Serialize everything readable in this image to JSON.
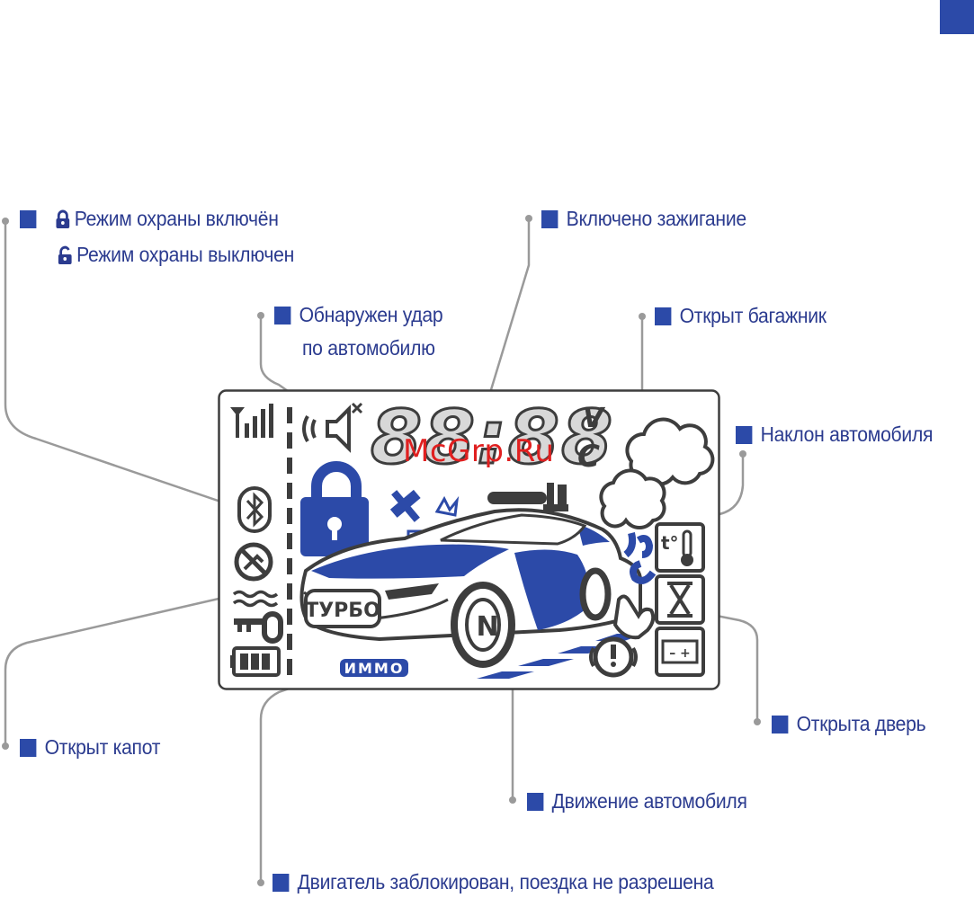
{
  "colors": {
    "accent": "#2b3b8f",
    "marker": "#2c4aa8",
    "car_highlight": "#2c4aa8",
    "lcd_symbol": "#3d3d3d",
    "leader_line": "#9a9a9a",
    "watermark": "#e02020"
  },
  "callouts": {
    "security_on": "Режим охраны включён",
    "security_off": "Режим охраны выключен",
    "ignition_on": "Включено зажигание",
    "shock_line1": "Обнаружен удар",
    "shock_line2": "по автомобилю",
    "trunk_open": "Открыт багажник",
    "tilt": "Наклон автомобиля",
    "hood_open": "Открыт капот",
    "door_open": "Открыта дверь",
    "car_moving": "Движение автомобиля",
    "engine_blocked": "Двигатель заблокирован, поездка не разрешена"
  },
  "display": {
    "time": "88:88",
    "unit_v": "V",
    "unit_c": "C",
    "turbo_label": "ТУРБО",
    "immo_label": "ИММО",
    "gear_label": "N",
    "temp_label": "t°",
    "battery_label": "– +"
  },
  "icons": [
    "signal-strength-icon",
    "speaker-mute-icon",
    "bluetooth-icon",
    "no-service-icon",
    "liquid-level-icon",
    "key-icon",
    "battery-icon",
    "lock-icon",
    "shock-hammer-icon",
    "ignition-key-icon",
    "phone-icon",
    "wrench-icon",
    "exhaust-smoke-icon",
    "trunk-icon",
    "hook-icon",
    "thermometer-icon",
    "hourglass-icon",
    "hand-icon",
    "alert-icon",
    "car-battery-icon"
  ],
  "watermark": "McGrp.Ru"
}
